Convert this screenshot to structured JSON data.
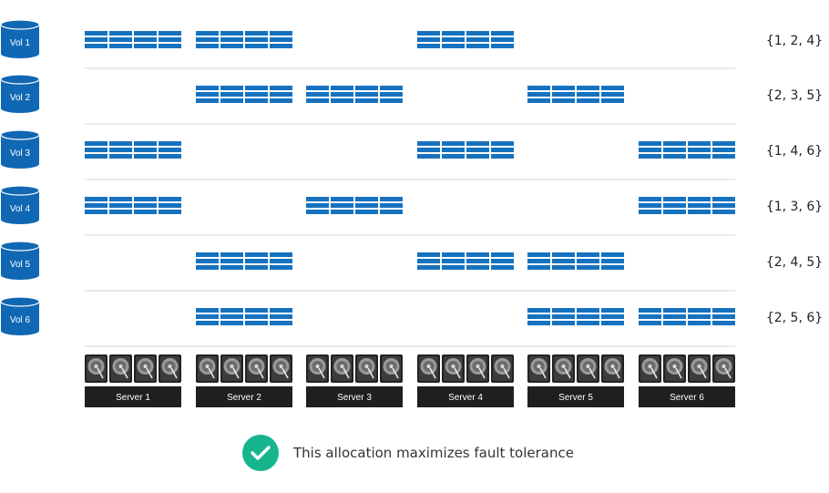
{
  "colors": {
    "volume": "#1068b4",
    "slab": "#1672bf",
    "divider": "#d6d6d6",
    "server_bar": "#1f1f1f",
    "drive_bg": "#222222",
    "check": "#17b58e"
  },
  "volumes": [
    {
      "label": "Vol 1",
      "set": "{1, 2, 4}",
      "servers": [
        1,
        2,
        4
      ]
    },
    {
      "label": "Vol 2",
      "set": "{2, 3, 5}",
      "servers": [
        2,
        3,
        5
      ]
    },
    {
      "label": "Vol 3",
      "set": "{1, 4, 6}",
      "servers": [
        1,
        4,
        6
      ]
    },
    {
      "label": "Vol 4",
      "set": "{1, 3, 6}",
      "servers": [
        1,
        3,
        6
      ]
    },
    {
      "label": "Vol 5",
      "set": "{2, 4, 5}",
      "servers": [
        2,
        4,
        5
      ]
    },
    {
      "label": "Vol 6",
      "set": "{2, 5, 6}",
      "servers": [
        2,
        5,
        6
      ]
    }
  ],
  "servers": [
    "Server 1",
    "Server 2",
    "Server 3",
    "Server 4",
    "Server 5",
    "Server 6"
  ],
  "drives_per_server": 4,
  "footer": {
    "icon": "check-circle-icon",
    "text": "This allocation maximizes fault tolerance"
  }
}
